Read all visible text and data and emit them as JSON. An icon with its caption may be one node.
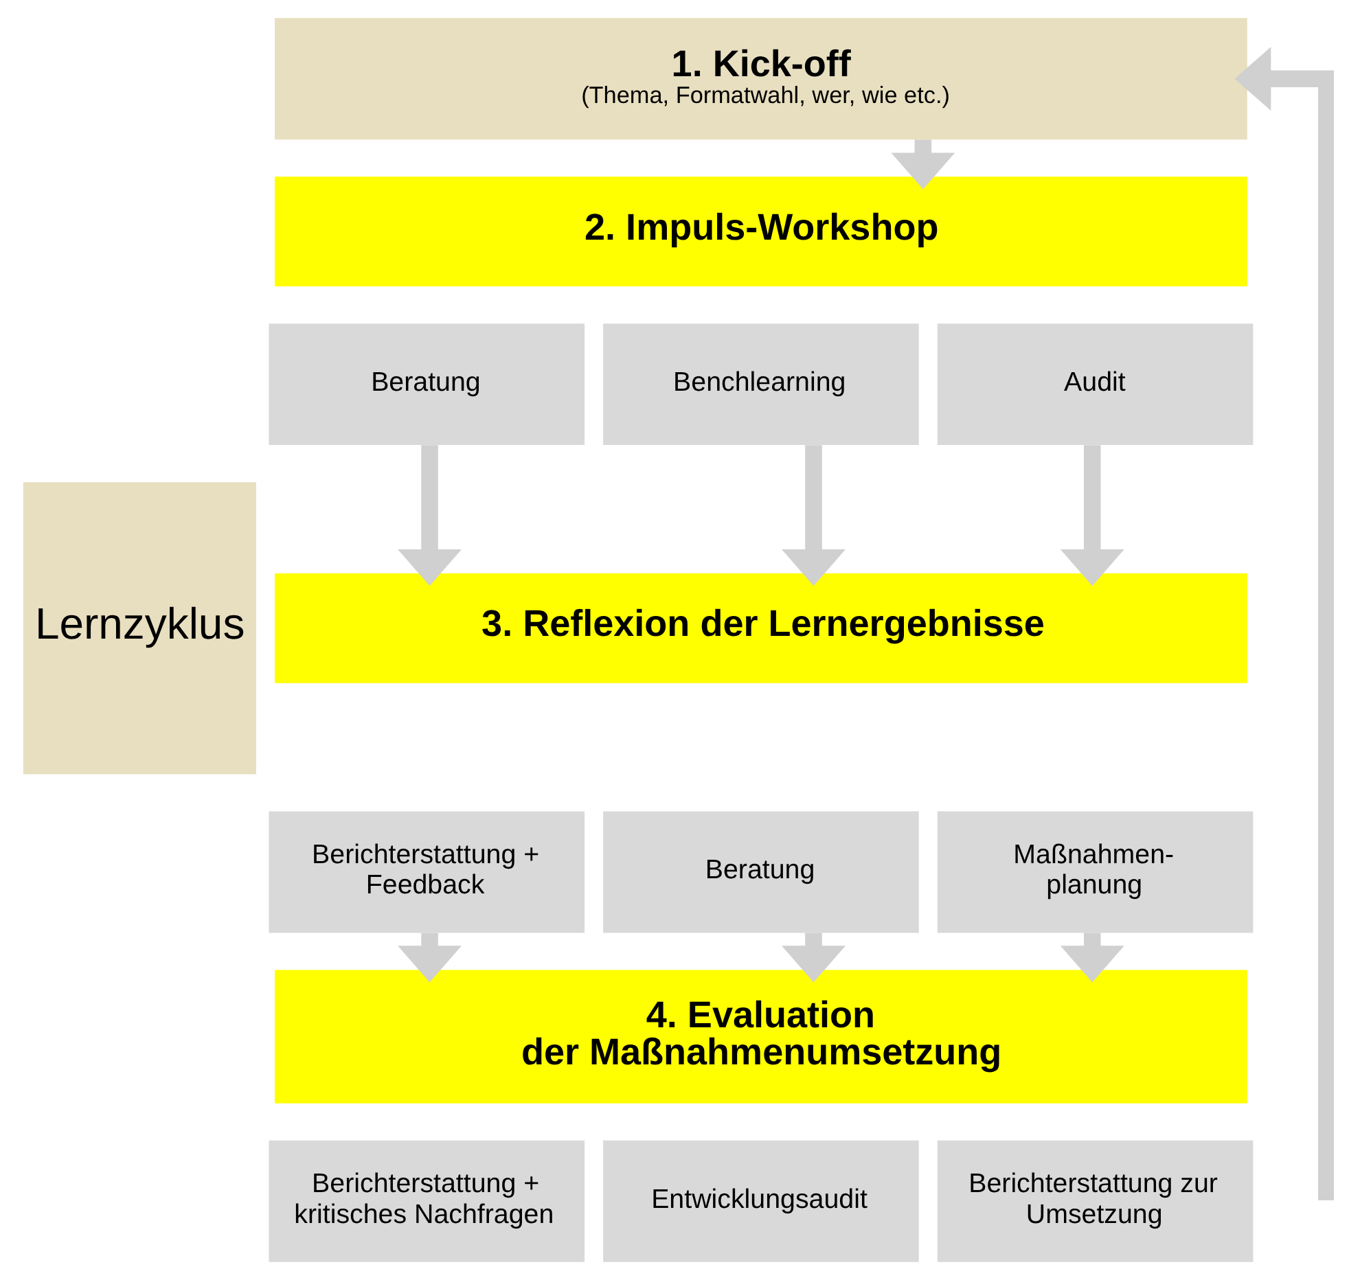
{
  "diagram": {
    "nodes": [
      {
        "text": [
          "Lernzyklus"
        ]
      },
      {
        "text": [
          "1. Kick-off",
          "(Thema, Formatwahl, wer, wie etc.)"
        ]
      },
      {
        "text": [
          "2. Impuls-Workshop"
        ]
      },
      {
        "text": [
          "Beratung"
        ]
      },
      {
        "text": [
          "Benchlearning"
        ]
      },
      {
        "text": [
          "Audit"
        ]
      },
      {
        "text": [
          "3. Reflexion der Lernergebnisse"
        ]
      },
      {
        "text": [
          "Berichterstattung + Feedback"
        ]
      },
      {
        "text": [
          "Beratung"
        ]
      },
      {
        "text": [
          "Maßnahmen- planung"
        ]
      },
      {
        "text": [
          "4. Evaluation der Maßnahmenumsetzung"
        ]
      },
      {
        "text": [
          "Berichterstattung + kritisches Nachfragen"
        ]
      },
      {
        "text": [
          "Entwicklungsaudit"
        ]
      },
      {
        "text": [
          "Berichterstattung zur Umsetzung"
        ]
      }
    ],
    "edges": [
      {
        "from": 1,
        "to": 2,
        "arrow": "to"
      },
      {
        "from": 3,
        "to": 6,
        "arrow": "to"
      },
      {
        "from": 4,
        "to": 6,
        "arrow": "to"
      },
      {
        "from": 5,
        "to": 6,
        "arrow": "to"
      },
      {
        "from": 7,
        "to": 10,
        "arrow": "to"
      },
      {
        "from": 8,
        "to": 10,
        "arrow": "to"
      },
      {
        "from": 9,
        "to": 10,
        "arrow": "to"
      },
      {
        "from": null,
        "to": 1,
        "arrow": "to"
      }
    ]
  }
}
